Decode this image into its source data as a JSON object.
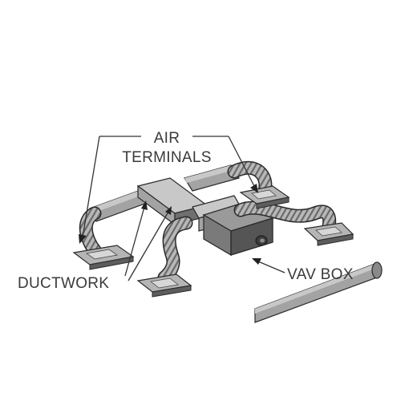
{
  "diagram": {
    "labels": {
      "air_terminals_line1": "AIR",
      "air_terminals_line2": "TERMINALS",
      "ductwork": "DUCTWORK",
      "vav_box": "VAV BOX"
    },
    "colors": {
      "outline": "#2a2a2a",
      "duct_shadow": "#6f6f6f",
      "duct_body": "#a3a3a3",
      "duct_highlight": "#c8c8c8",
      "label_text": "#3a3a3a"
    }
  }
}
